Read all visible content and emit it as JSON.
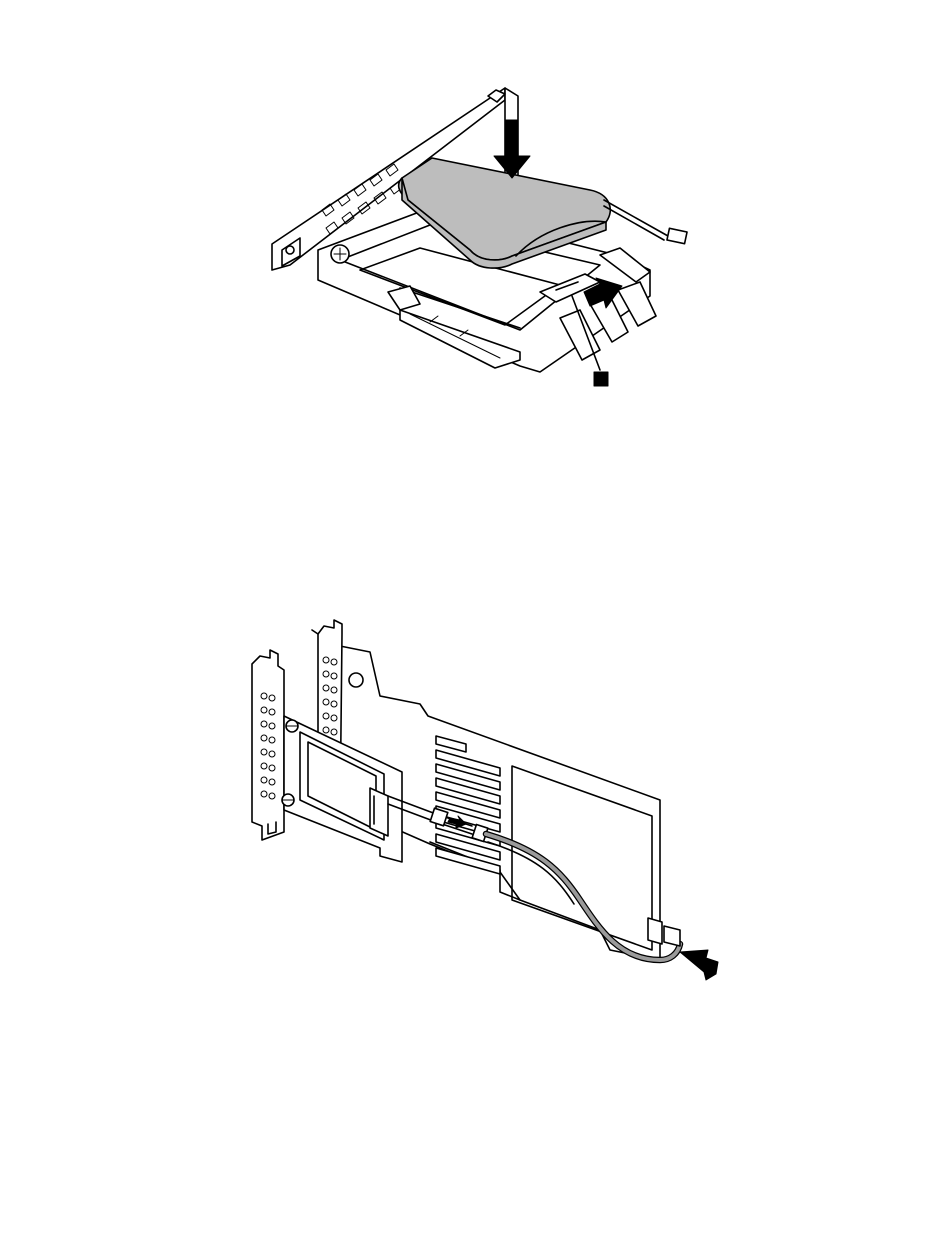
{
  "figures": [
    {
      "id": "top",
      "subject": "battery-into-holder",
      "callout_count": 1
    },
    {
      "id": "bottom",
      "subject": "battery-cable-to-raid-card",
      "callout_count": 0
    }
  ],
  "colors": {
    "line": "#000000",
    "battery_fill": "#bdbdbd",
    "cable": "#9a9a9a",
    "background": "#ffffff"
  },
  "icons": {
    "press_down": "arrow-down-icon",
    "pull_latch": "arrow-right-icon",
    "push_connector": "arrow-left-icon",
    "callout": "callout-square-icon"
  }
}
